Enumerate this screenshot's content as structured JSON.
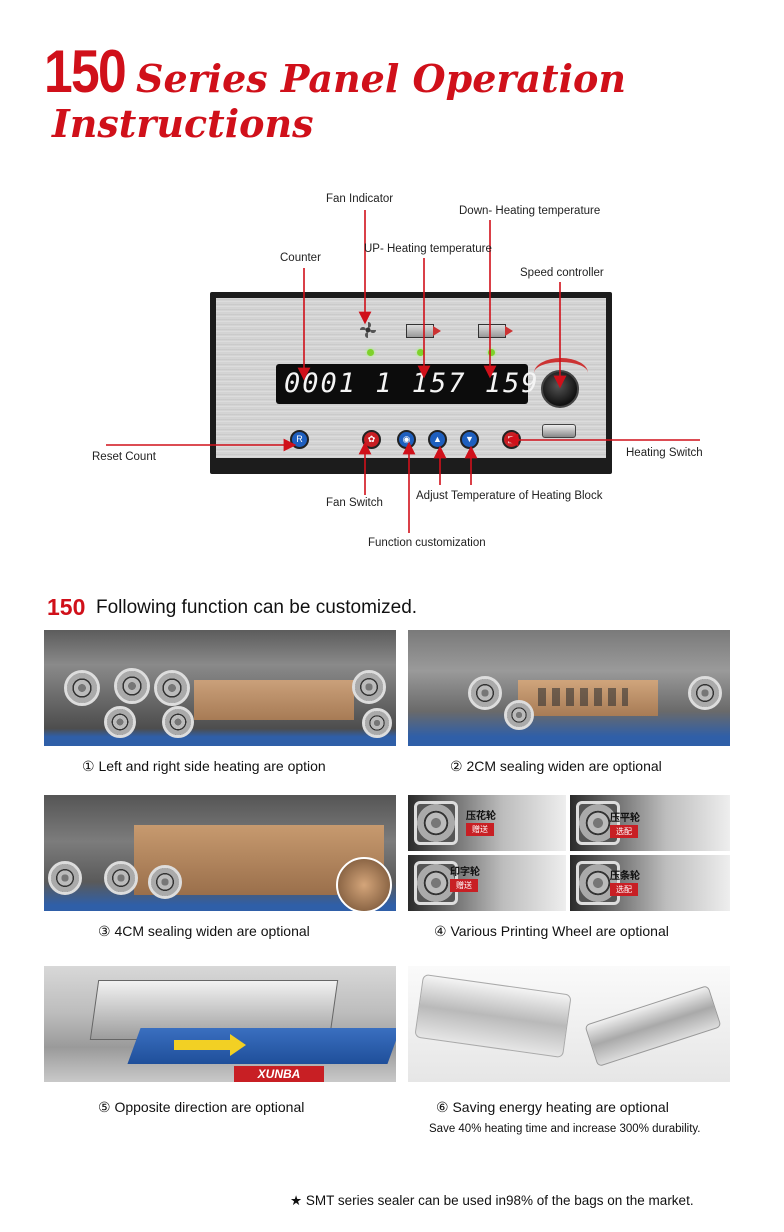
{
  "header": {
    "number": "150",
    "title_line1": "Series Panel Operation",
    "title_line2": "Instructions"
  },
  "panel": {
    "display_value": "0001 1 157 159",
    "labels": {
      "fan_indicator": "Fan Indicator",
      "down_heating": "Down- Heating temperature",
      "up_heating": "UP- Heating temperature",
      "counter": "Counter",
      "speed_controller": "Speed controller",
      "reset_count": "Reset Count",
      "heating_switch": "Heating Switch",
      "fan_switch": "Fan Switch",
      "adjust_temperature": "Adjust Temperature of Heating Block",
      "function_customization": "Function customization"
    },
    "colors": {
      "led": "#7fd12b",
      "button_blue": "#1e5fbf",
      "button_red": "#c81f24",
      "arrow": "#d0101a"
    }
  },
  "section": {
    "number": "150",
    "heading": "Following function can be customized.",
    "items": [
      {
        "caption": "① Left and right side heating are option"
      },
      {
        "caption": "② 2CM sealing widen are optional"
      },
      {
        "caption": "③ 4CM sealing widen are optional"
      },
      {
        "caption": "④ Various Printing Wheel are optional"
      },
      {
        "caption": "⑤ Opposite direction are optional"
      },
      {
        "caption": "⑥ Saving energy heating are optional",
        "subcaption": "Save 40% heating time and increase 300% durability."
      }
    ],
    "wheel_tiles": [
      {
        "label": "压花轮",
        "tag": "赠送"
      },
      {
        "label": "压平轮",
        "tag": "选配"
      },
      {
        "label": "印字轮",
        "tag": "赠送"
      },
      {
        "label": "压条轮",
        "tag": "选配"
      }
    ],
    "brand_on_machine": "XUNBA"
  },
  "footer": {
    "note": "★ SMT series sealer can be used in98% of the bags on the market."
  }
}
